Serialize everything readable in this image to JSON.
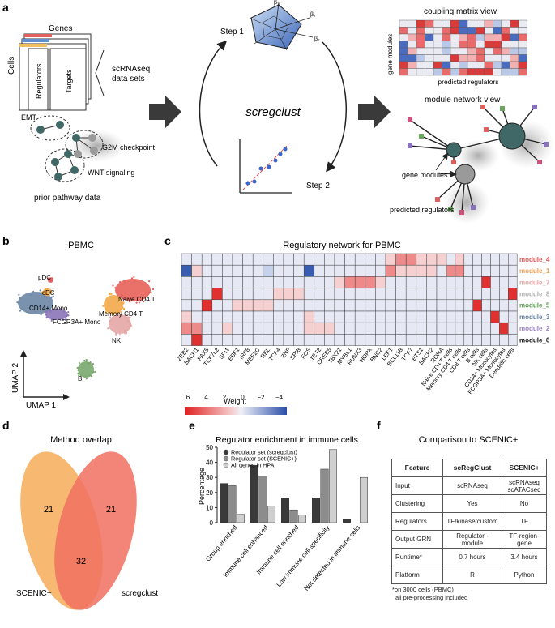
{
  "panel_letters": {
    "a": "a",
    "b": "b",
    "c": "c",
    "d": "d",
    "e": "e",
    "f": "f"
  },
  "panel_a": {
    "genes": "Genes",
    "cells": "Cells",
    "regulators": "Regulators",
    "targets": "Targets",
    "scrna_line1": "scRNAseq",
    "scrna_line2": "data sets",
    "pathways": [
      "EMT",
      "G2M checkpoint",
      "WNT signaling"
    ],
    "prior": "prior pathway data",
    "step1": "Step 1",
    "step2": "Step 2",
    "method": "scregclust",
    "radar_labels": [
      "β₁",
      "β₂",
      "β₃"
    ],
    "coupling_title": "coupling matrix view",
    "coupling_ylabel": "gene modules",
    "coupling_xlabel": "predicted regulators",
    "network_title": "module network view",
    "gene_modules": "gene modules",
    "predicted_regulators": "predicted regulators"
  },
  "panel_b": {
    "title": "PBMC",
    "clusters": [
      "pDC",
      "cDC",
      "CD14+ Mono",
      "FCGR3A+ Mono",
      "Naive CD4 T",
      "Memory CD4 T",
      "NK",
      "B"
    ],
    "xlabel": "UMAP 1",
    "ylabel": "UMAP 2"
  },
  "panel_c": {
    "title": "Regulatory network for PBMC",
    "regulators": [
      "ZEB2",
      "BACH1",
      "PAX5",
      "TCF7L2",
      "SPI1",
      "EBF1",
      "IRF8",
      "MEF2C",
      "REL",
      "TCF4",
      "ZNF",
      "SPIB",
      "FOS",
      "TET2",
      "CREB5",
      "TBX21",
      "MYBL1",
      "RUNX3",
      "HOPX",
      "BNC2",
      "LEF1",
      "BCL11B",
      "TCF7",
      "ETS1",
      "BACH2",
      "RORA"
    ],
    "cell_types": [
      "Naive CD4 T cells",
      "Memory CD4 T cells",
      "CD8 T cells",
      "B cells",
      "NK cells",
      "CD14+ Monocytes",
      "FCGR3A+ Monocytes",
      "Dendritic cells"
    ],
    "modules": [
      {
        "name": "module_4",
        "color": "#e05858"
      },
      {
        "name": "module_1",
        "color": "#f0a050"
      },
      {
        "name": "module_7",
        "color": "#e8a0a0"
      },
      {
        "name": "module_8",
        "color": "#b0b0b0"
      },
      {
        "name": "module_5",
        "color": "#5a9a50"
      },
      {
        "name": "module_3",
        "color": "#6680a0"
      },
      {
        "name": "module_2",
        "color": "#9a84c0"
      },
      {
        "name": "module_6",
        "color": "#111111"
      }
    ],
    "legend_title": "Weight",
    "legend_ticks": [
      "6",
      "4",
      "2",
      "0",
      "−2",
      "−4"
    ]
  },
  "panel_d": {
    "title": "Method overlap",
    "left_only": "21",
    "right_only": "21",
    "both": "32",
    "left_label": "SCENIC+",
    "right_label": "scregclust"
  },
  "chart_data": {
    "type": "bar",
    "title": "Regulator enrichment in immune cells",
    "ylabel": "Percentage",
    "ylim": [
      0,
      50
    ],
    "yticks": [
      0,
      10,
      20,
      30,
      40,
      50
    ],
    "categories": [
      "Group enriched",
      "Immune cell enhanced",
      "Immune cell enriched",
      "Low immune cell specificity",
      "Not detected in immune cells"
    ],
    "series": [
      {
        "name": "Regulator set (scregclust)",
        "color": "#3a3a3a",
        "values": [
          26,
          38,
          16.5,
          16.5,
          2.5
        ]
      },
      {
        "name": "Regulator set (SCENIC+)",
        "color": "#8c8c8c",
        "values": [
          24.5,
          31,
          8.5,
          35.5,
          0
        ]
      },
      {
        "name": "All genes in HPA",
        "color": "#cfcfcf",
        "values": [
          5.5,
          11,
          5,
          48.5,
          30
        ]
      }
    ]
  },
  "panel_f": {
    "title": "Comparison to SCENIC+",
    "headers": [
      "Feature",
      "scRegClust",
      "SCENIC+"
    ],
    "rows": [
      {
        "feature": "Input",
        "a": "scRNAseq",
        "b1": "scRNAseq",
        "b2": "scATACseq"
      },
      {
        "feature": "Clustering",
        "a": "Yes",
        "b1": "No",
        "b2": ""
      },
      {
        "feature": "Regulators",
        "a": "TF/kinase/custom",
        "b1": "TF",
        "b2": ""
      },
      {
        "feature": "Output GRN",
        "a": "Regulator - module",
        "b1": "TF-region-gene",
        "b2": ""
      },
      {
        "feature": "Runtime*",
        "a": "0.7 hours",
        "b1": "3.4 hours",
        "b2": ""
      },
      {
        "feature": "Platform",
        "a": "R",
        "b1": "Python",
        "b2": ""
      }
    ],
    "note1": "*on 3000 cells (PBMC)",
    "note2": "all pre-processing included"
  }
}
